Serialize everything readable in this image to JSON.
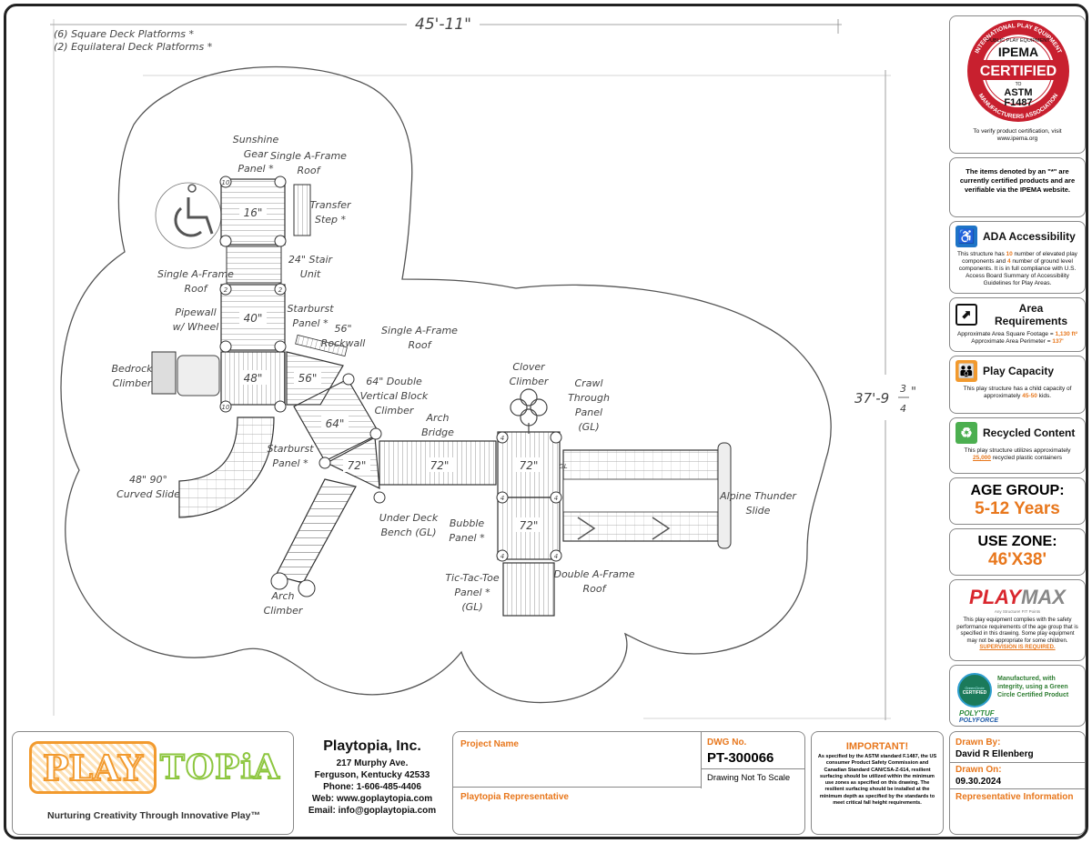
{
  "notes": {
    "line1": "(6) Square Deck Platforms *",
    "line2": "(2) Equilateral Deck Platforms *"
  },
  "dimensions": {
    "width": "45'-11\"",
    "height_main": "37'-9",
    "height_frac_num": "3",
    "height_frac_den": "4",
    "height_frac_unit": "\""
  },
  "deck_sizes": {
    "d16": "16\"",
    "d40": "40\"",
    "d48": "48\"",
    "d56": "56\"",
    "d64": "64\"",
    "d72a": "72\"",
    "d72b": "72\"",
    "d72c": "72\"",
    "d72d": "72\""
  },
  "components": {
    "sunshine_gear": [
      "Sunshine",
      "Gear",
      "Panel *"
    ],
    "single_aframe_top": [
      "Single A-Frame",
      "Roof"
    ],
    "transfer_step": [
      "Transfer",
      "Step *"
    ],
    "stair_unit": [
      "24\" Stair",
      "Unit"
    ],
    "single_aframe_left": [
      "Single A-Frame",
      "Roof"
    ],
    "pipewall": [
      "Pipewall",
      "w/ Wheel"
    ],
    "starburst_top": [
      "Starburst",
      "Panel *"
    ],
    "rockwall": [
      "56\"",
      "Rockwall"
    ],
    "single_aframe_mid": [
      "Single A-Frame",
      "Roof"
    ],
    "bedrock": [
      "Bedrock",
      "Climber"
    ],
    "double_vertical": [
      "64\" Double",
      "Vertical Block",
      "Climber"
    ],
    "clover": [
      "Clover",
      "Climber"
    ],
    "crawl_through": [
      "Crawl",
      "Through",
      "Panel",
      "(GL)"
    ],
    "arch_bridge": [
      "Arch",
      "Bridge"
    ],
    "starburst_bottom": [
      "Starburst",
      "Panel *"
    ],
    "curved_slide": [
      "48\" 90°",
      "Curved Slide"
    ],
    "alpine_slide": [
      "Alpine Thunder",
      "Slide"
    ],
    "under_deck_bench": [
      "Under Deck",
      "Bench (GL)"
    ],
    "bubble_panel": [
      "Bubble",
      "Panel *"
    ],
    "tic_tac_toe": [
      "Tic-Tac-Toe",
      "Panel *",
      "(GL)"
    ],
    "double_aframe": [
      "Double A-Frame",
      "Roof"
    ],
    "arch_climber": [
      "Arch",
      "Climber"
    ]
  },
  "post_labels": {
    "ten": "10",
    "two": "2",
    "four": "4",
    "gl": "GL"
  },
  "sidebar": {
    "ipema": {
      "ring_top": "INTERNATIONAL PLAY EQUIPMENT",
      "ring_bottom": "MANUFACTURERS ASSOCIATION",
      "line_a": "PUBLIC PLAY EQUIPMENT",
      "line_b": "IPEMA",
      "line_c": "CERTIFIED",
      "line_d": "TO",
      "line_e": "ASTM",
      "line_f": "F1487",
      "verify": "To verify product certification, visit www.ipema.org"
    },
    "certified_note": "The items denoted by an \"*\" are currently certified products and are verifiable via the IPEMA website.",
    "ada": {
      "title": "ADA Accessibility",
      "text_a": "This structure has ",
      "elevated": "10",
      "text_b": " number of elevated play components and ",
      "ground": "4",
      "text_c": " number of ground level components. It is in full compliance with U.S. Access Board Summary of Accessibility Guidelines for Play Areas."
    },
    "area": {
      "title": "Area Requirements",
      "sq_label": "Approximate Area Square Footage = ",
      "sq_value": "1,130 ft²",
      "per_label": "Approximate Area Perimeter = ",
      "per_value": "137'"
    },
    "capacity": {
      "title": "Play Capacity",
      "text_a": "This play structure has a child capacity of approximately ",
      "value": "45-50",
      "text_b": " kids."
    },
    "recycled": {
      "title": "Recycled Content",
      "text_a": "This play structure utilizes approximately ",
      "value": "25,000",
      "text_b": " recycled plastic containers"
    },
    "age": {
      "title": "AGE GROUP:",
      "value": "5-12 Years"
    },
    "use_zone": {
      "title": "USE ZONE:",
      "value": "46'X38'"
    },
    "playmax": {
      "logo_a": "PLAY",
      "logo_b": "MAX",
      "tagline": "Any Structure! FIT Points",
      "text": "This play equipment complies with the safety performance requirements of the age group that is specified in this drawing. Some play equipment may not be appropriate for some children.",
      "supervision": "SUPERVISION IS REQUIRED."
    },
    "green": {
      "text": "Manufactured, with integrity, using a Green Circle Certified Product",
      "badge": "CERTIFIED",
      "badge_top": "GreenCircle",
      "poly_a": "POLY'TUF",
      "poly_b": "POLYFORCE"
    }
  },
  "footer": {
    "logo_a": "PLAY",
    "logo_b": "TOPiA",
    "tagline": "Nurturing Creativity Through Innovative Play™",
    "company": "Playtopia, Inc.",
    "address1": "217 Murphy Ave.",
    "address2": "Ferguson, Kentucky 42533",
    "phone": "Phone: 1-606-485-4406",
    "web": "Web: www.goplaytopia.com",
    "email": "Email: info@goplaytopia.com",
    "project_name_label": "Project Name",
    "rep_label": "Playtopia Representative",
    "dwg_label": "DWG No.",
    "dwg_value": "PT-300066",
    "scale": "Drawing Not To Scale",
    "important_title": "IMPORTANT!",
    "important_text": "As specified by the ASTM standard F.1487, the US consumer Product Safety Commission and Canadian Standard CAN/CSA-Z-614, resilient surfacing should be utilized within the minimum use zones as specified on this drawing. The resilient surfacing should be installed at the minimum depth as specified by the standards to meet critical fall height requirements.",
    "drawn_by_label": "Drawn By:",
    "drawn_by": "David R Ellenberg",
    "drawn_on_label": "Drawn On:",
    "drawn_on": "09.30.2024",
    "rep_info_label": "Representative Information"
  }
}
